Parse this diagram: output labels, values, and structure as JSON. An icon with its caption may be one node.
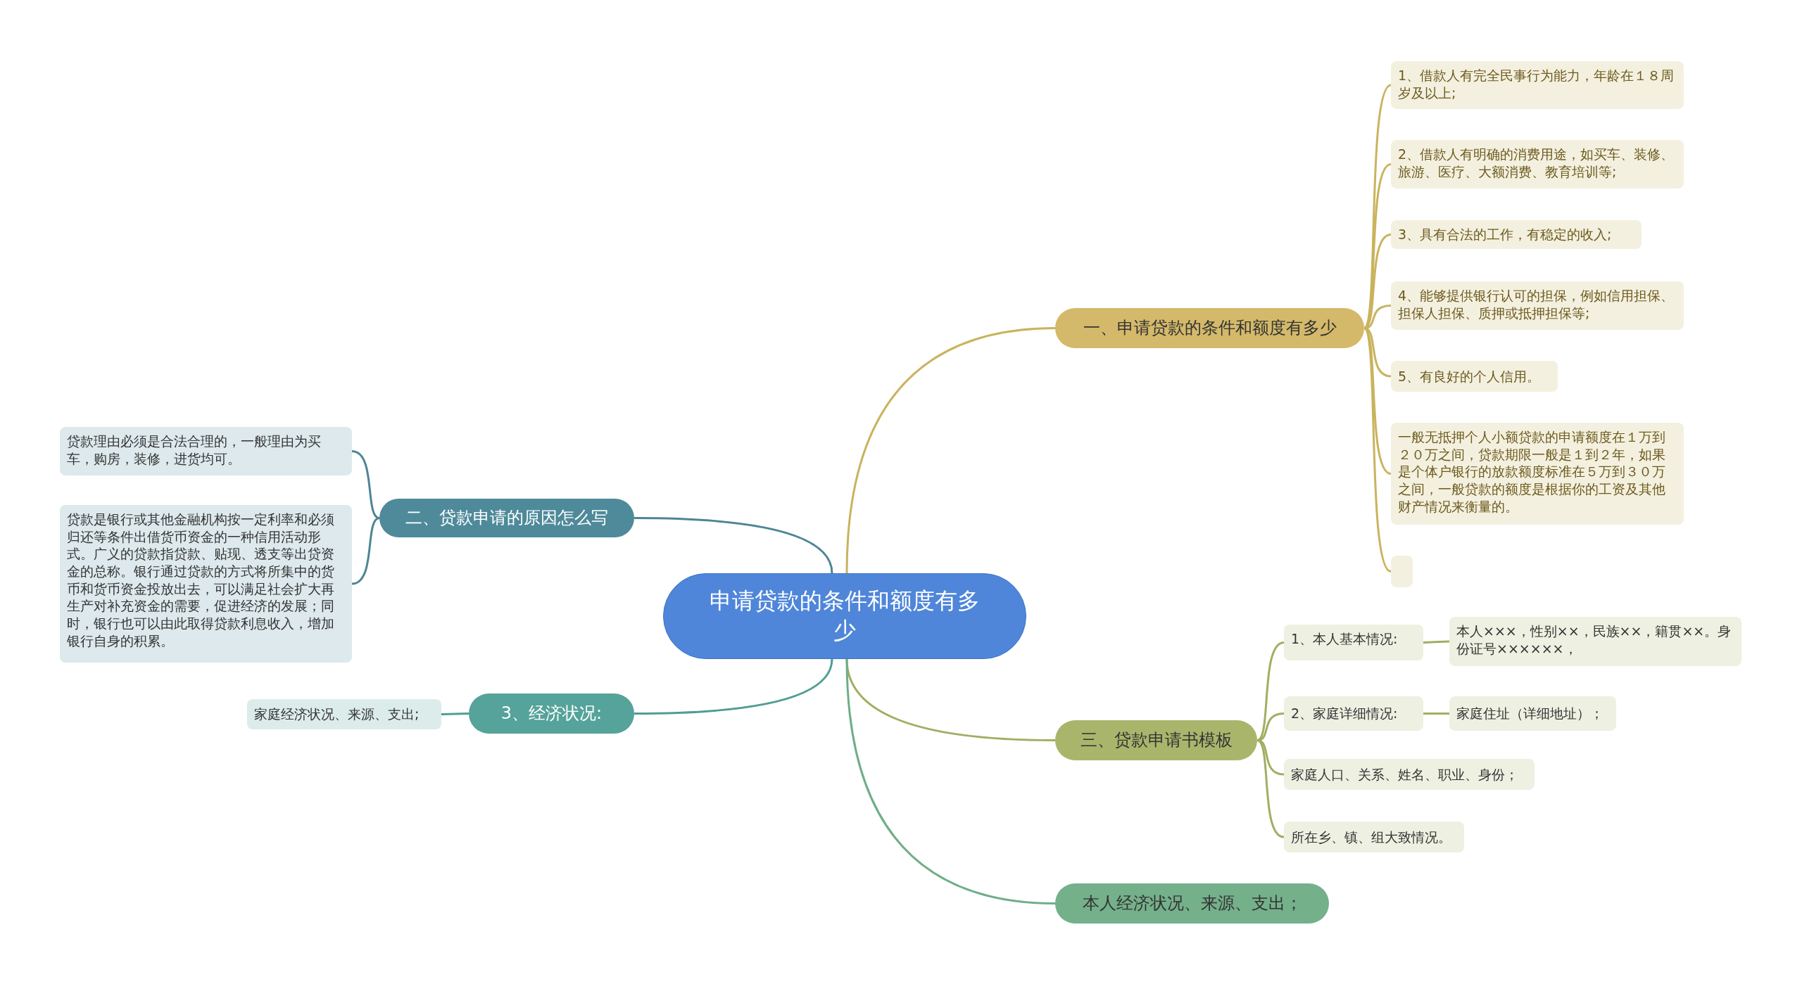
{
  "diagram": {
    "nodes": [
      {
        "text": [
          "申请贷款的条件和额度有多少"
        ]
      },
      {
        "text": [
          "一、申请贷款的条件和额度有多少"
        ]
      },
      {
        "text": [
          "1、借款人有完全民事行为能力，年龄在１８周岁及以上;"
        ]
      },
      {
        "text": [
          "2、借款人有明确的消费用途，如买车、装修、旅游、医疗、大额消费、教育培训等;"
        ]
      },
      {
        "text": [
          "3、具有合法的工作，有稳定的收入;"
        ]
      },
      {
        "text": [
          "4、能够提供银行认可的担保，例如信用担保、担保人担保、质押或抵押担保等;"
        ]
      },
      {
        "text": [
          "5、有良好的个人信用。"
        ]
      },
      {
        "text": [
          "一般无抵押个人小额贷款的申请额度在１万到２０万之间，贷款期限一般是１到２年，如果是个体户银行的放款额度标准在５万到３０万之间，一般贷款的额度是根据你的工资及其他财产情况来衡量的。"
        ]
      },
      {
        "text": [],
        "shape": "box"
      },
      {
        "text": [
          "二、贷款申请的原因怎么写"
        ]
      },
      {
        "text": [
          "贷款理由必须是合法合理的，一般理由为买车，购房，装修，进货均可。"
        ]
      },
      {
        "text": [
          "贷款是银行或其他金融机构按一定利率和必须归还等条件出借货币资金的一种信用活动形式。广义的贷款指贷款、贴现、透支等出贷资金的总称。银行通过贷款的方式将所集中的货币和货币资金投放出去，可以满足社会扩大再生产对补充资金的需要，促进经济的发展；同时，银行也可以由此取得贷款利息收入，增加银行自身的积累。"
        ]
      },
      {
        "text": [
          "3、经济状况:"
        ]
      },
      {
        "text": [
          "家庭经济状况、来源、支出;"
        ]
      },
      {
        "text": [
          "三、贷款申请书模板"
        ]
      },
      {
        "text": [
          "1、本人基本情况:"
        ]
      },
      {
        "text": [
          "本人×××，性别××，民族××，籍贯××。身份证号××××××，"
        ]
      },
      {
        "text": [
          "2、家庭详细情况:"
        ]
      },
      {
        "text": [
          "家庭住址（详细地址）；"
        ]
      },
      {
        "text": [
          "家庭人口、关系、姓名、职业、身份；"
        ]
      },
      {
        "text": [
          "所在乡、镇、组大致情况。"
        ]
      },
      {
        "text": [
          "本人经济状况、来源、支出；"
        ]
      }
    ],
    "edges": [
      {
        "from": 0,
        "to": 1,
        "arrow": "none",
        "color": "#c9b35e"
      },
      {
        "from": 1,
        "to": 2,
        "arrow": "none",
        "color": "#c9b35e"
      },
      {
        "from": 1,
        "to": 3,
        "arrow": "none",
        "color": "#c9b35e"
      },
      {
        "from": 1,
        "to": 4,
        "arrow": "none",
        "color": "#c9b35e"
      },
      {
        "from": 1,
        "to": 5,
        "arrow": "none",
        "color": "#c9b35e"
      },
      {
        "from": 1,
        "to": 6,
        "arrow": "none",
        "color": "#c9b35e"
      },
      {
        "from": 1,
        "to": 7,
        "arrow": "none",
        "color": "#c9b35e"
      },
      {
        "from": 1,
        "to": 8,
        "arrow": "none",
        "color": "#c9b35e"
      },
      {
        "from": 0,
        "to": 9,
        "arrow": "none",
        "color": "#4d8595"
      },
      {
        "from": 9,
        "to": 10,
        "arrow": "none",
        "color": "#4d8595"
      },
      {
        "from": 9,
        "to": 11,
        "arrow": "none",
        "color": "#4d8595"
      },
      {
        "from": 0,
        "to": 12,
        "arrow": "none",
        "color": "#4f9e94"
      },
      {
        "from": 12,
        "to": 13,
        "arrow": "none",
        "color": "#4f9e94"
      },
      {
        "from": 0,
        "to": 14,
        "arrow": "none",
        "color": "#a3ad62"
      },
      {
        "from": 14,
        "to": 15,
        "arrow": "none",
        "color": "#a3ad62"
      },
      {
        "from": 15,
        "to": 16,
        "arrow": "none",
        "color": "#a3ad62"
      },
      {
        "from": 14,
        "to": 17,
        "arrow": "none",
        "color": "#a3ad62"
      },
      {
        "from": 17,
        "to": 18,
        "arrow": "none",
        "color": "#a3ad62"
      },
      {
        "from": 14,
        "to": 19,
        "arrow": "none",
        "color": "#a3ad62"
      },
      {
        "from": 14,
        "to": 20,
        "arrow": "none",
        "color": "#a3ad62"
      },
      {
        "from": 0,
        "to": 21,
        "arrow": "none",
        "color": "#6fae88"
      }
    ]
  }
}
